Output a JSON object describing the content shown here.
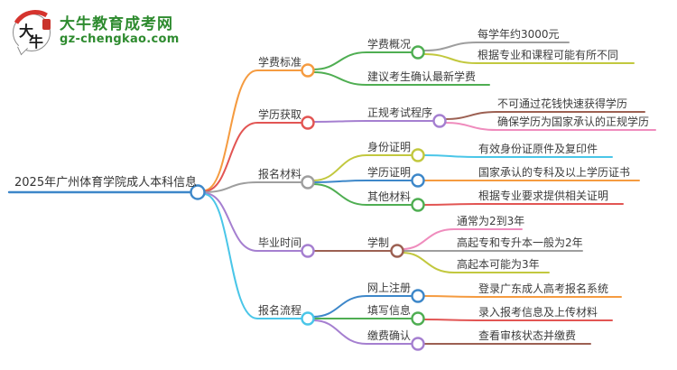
{
  "logo": {
    "icon_char1": "大",
    "icon_char2": "牛",
    "title": "大牛教育成考网",
    "domain": "gz-chengkao.com"
  },
  "palette": {
    "blue": "#3d87c9",
    "orange": "#f59b40",
    "red": "#e25553",
    "gray": "#9e9e9e",
    "purple": "#a57fd0",
    "cyan": "#4ac6e8",
    "green": "#4fae52",
    "olive": "#c2c83e",
    "brown": "#9c6052",
    "pink": "#ef8cbd"
  },
  "root": {
    "label": "2025年广州体育学院成人本科信息"
  },
  "branches": [
    {
      "label": "学费标准",
      "children": [
        {
          "label": "学费概况",
          "children": [
            {
              "label": "每学年约3000元"
            },
            {
              "label": "根据专业和课程可能有所不同"
            }
          ]
        },
        {
          "label": "建议考生确认最新学费"
        }
      ]
    },
    {
      "label": "学历获取",
      "children": [
        {
          "label": "正规考试程序",
          "children": [
            {
              "label": "不可通过花钱快速获得学历"
            },
            {
              "label": "确保学历为国家承认的正规学历"
            }
          ]
        }
      ]
    },
    {
      "label": "报名材料",
      "children": [
        {
          "label": "身份证明",
          "children": [
            {
              "label": "有效身份证原件及复印件"
            }
          ]
        },
        {
          "label": "学历证明",
          "children": [
            {
              "label": "国家承认的专科及以上学历证书"
            }
          ]
        },
        {
          "label": "其他材料",
          "children": [
            {
              "label": "根据专业要求提供相关证明"
            }
          ]
        }
      ]
    },
    {
      "label": "毕业时间",
      "children": [
        {
          "label": "学制",
          "children": [
            {
              "label": "通常为2到3年"
            },
            {
              "label": "高起专和专升本一般为2年"
            },
            {
              "label": "高起本可能为3年"
            }
          ]
        }
      ]
    },
    {
      "label": "报名流程",
      "children": [
        {
          "label": "网上注册",
          "children": [
            {
              "label": "登录广东成人高考报名系统"
            }
          ]
        },
        {
          "label": "填写信息",
          "children": [
            {
              "label": "录入报考信息及上传材料"
            }
          ]
        },
        {
          "label": "缴费确认",
          "children": [
            {
              "label": "查看审核状态并缴费"
            }
          ]
        }
      ]
    }
  ]
}
